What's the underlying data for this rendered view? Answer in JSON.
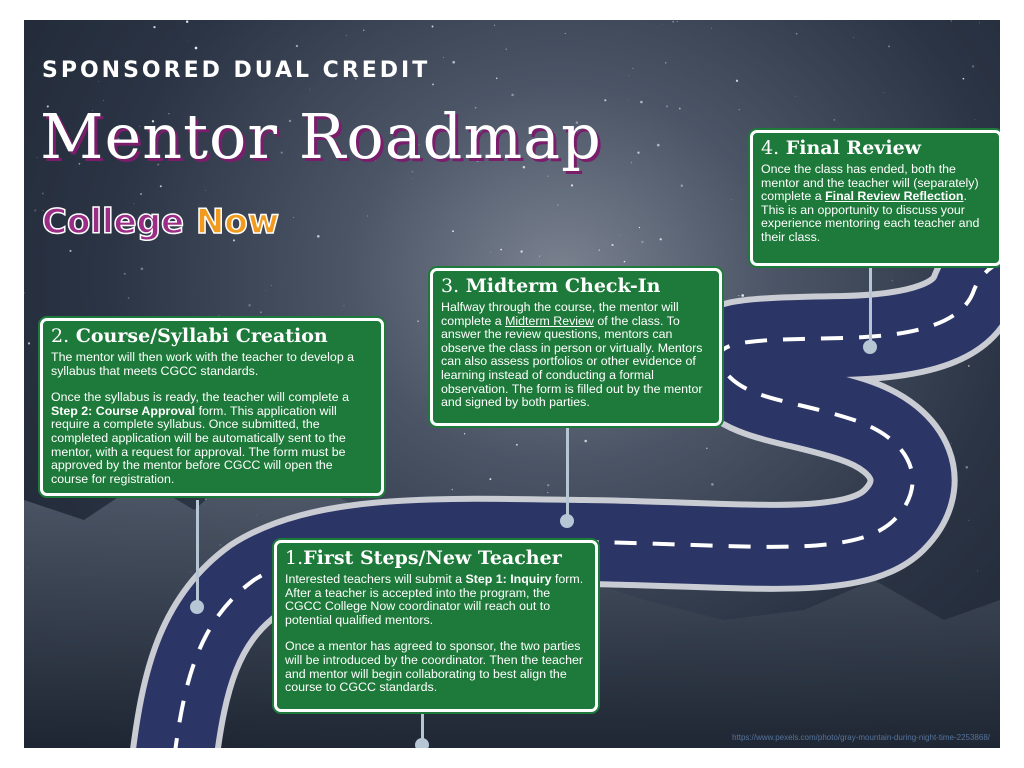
{
  "header": {
    "eyebrow": "SPONSORED DUAL CREDIT",
    "title": "Mentor Roadmap",
    "subtitle_a": "College",
    "subtitle_b": "Now"
  },
  "steps": [
    {
      "num": "1.",
      "title": "First Steps/New Teacher",
      "p1_pre": "Interested teachers will submit a ",
      "p1_bold": "Step 1: Inquiry",
      "p1_post": " form. After a teacher is accepted into the program, the CGCC College Now coordinator will reach out to potential qualified mentors.",
      "p2": "Once a mentor has agreed to sponsor, the two parties will be introduced by the coordinator. Then the teacher and mentor will begin collaborating to best align the course to CGCC standards."
    },
    {
      "num": "2.",
      "title": "Course/Syllabi Creation",
      "p1": "The mentor will then work with the teacher to develop a syllabus that meets CGCC standards.",
      "p2_pre": "Once the syllabus is ready, the teacher will complete a ",
      "p2_bold": "Step 2: Course Approval",
      "p2_post": " form. This application will require a complete syllabus. Once submitted, the completed application will be automatically sent to the mentor, with a request for approval. The form must be approved by the mentor before CGCC will open the course for registration."
    },
    {
      "num": "3.",
      "title": "Midterm Check-In",
      "p1_pre": "Halfway through the course, the mentor will complete a ",
      "p1_link": "Midterm Review",
      "p1_post": " of the class. To answer the review questions, mentors can observe the class in person or virtually. Mentors can also assess portfolios or other evidence of learning instead of conducting a formal observation. The form is filled out by the mentor and signed by both parties."
    },
    {
      "num": "4.",
      "title": "Final Review",
      "p1_pre": "Once the class has ended, both the mentor and the teacher will (separately) complete a ",
      "p1_link": "Final Review Reflection",
      "p1_post": ". This is an opportunity to discuss your experience mentoring each teacher and their class."
    }
  ],
  "credit": "https://www.pexels.com/photo/gray-mountain-during-night-time-2253868/",
  "colors": {
    "card_green": "#1e7a3a",
    "road": "#2b3566",
    "road_edge": "#e8eaee",
    "pin": "#b7c6d4",
    "title_shadow": "#7a1e6c",
    "college": "#9b2d86",
    "now": "#f29a1e"
  }
}
